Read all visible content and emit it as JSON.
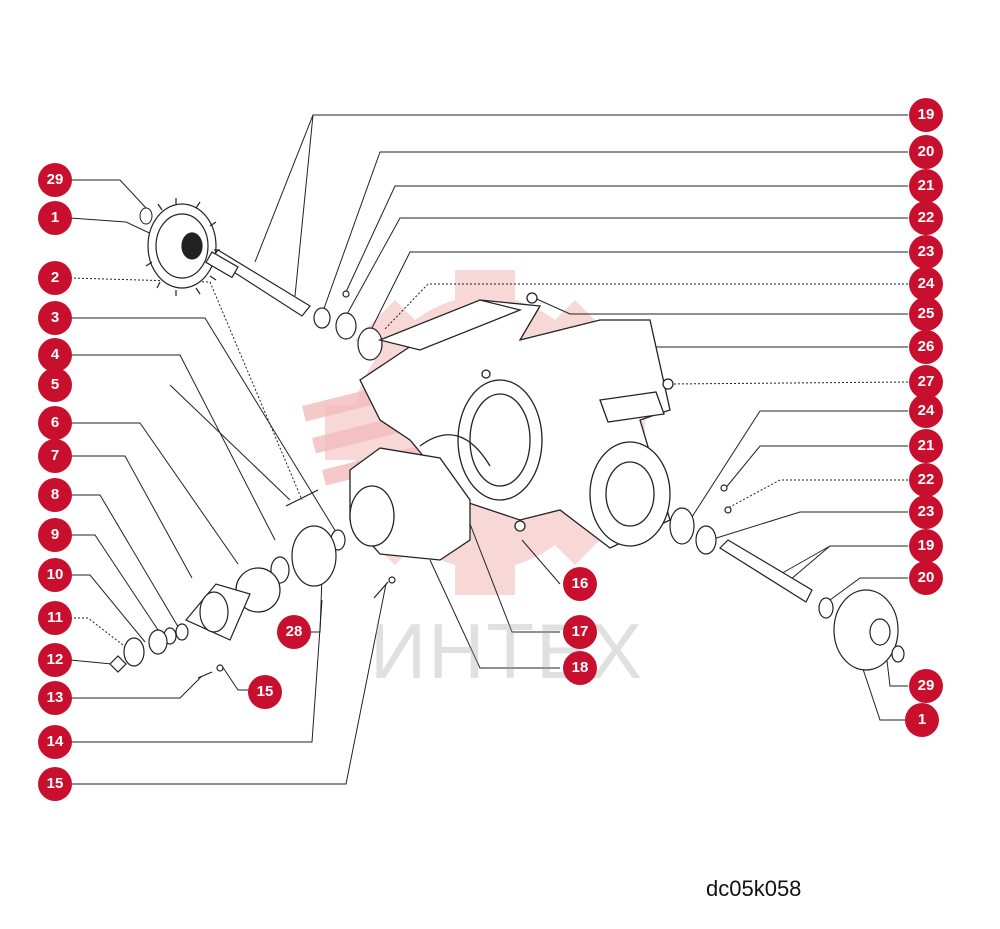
{
  "drawing_code": "dc05k058",
  "watermark": "ИНТЕХ",
  "callouts": [
    "29",
    "1",
    "2",
    "3",
    "4",
    "5",
    "6",
    "7",
    "8",
    "9",
    "10",
    "11",
    "12",
    "13",
    "14",
    "15",
    "19",
    "20",
    "21",
    "22",
    "23",
    "24",
    "25",
    "26",
    "27",
    "24",
    "21",
    "22",
    "23",
    "19",
    "20",
    "16",
    "17",
    "18",
    "28",
    "15",
    "29",
    "1"
  ],
  "colors": {
    "callout": "#c8102e",
    "line": "#222222",
    "watermark": "#f2b8b8"
  }
}
